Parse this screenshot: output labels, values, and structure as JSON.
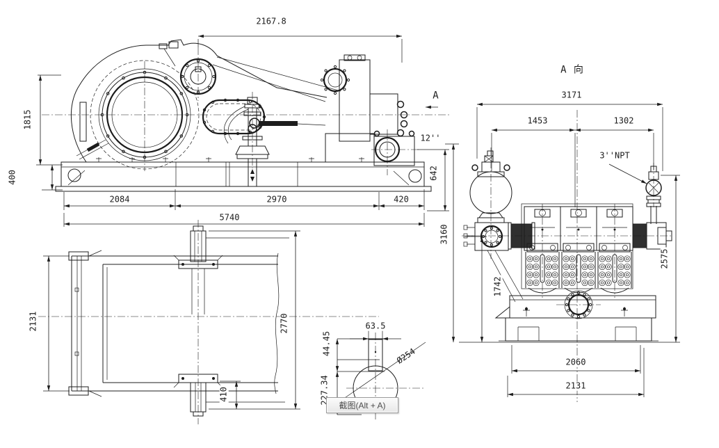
{
  "colors": {
    "line": "#1c1c1c",
    "background": "#ffffff",
    "tooltip_bg": "#efefef",
    "tooltip_border": "#9a9a9a",
    "tooltip_text": "#4c4c4c"
  },
  "side_view": {
    "dim_overall": "2167.8",
    "dim_height": "1815",
    "dim_base_height": "400",
    "dim_seg_left": "2084",
    "dim_seg_mid": "2970",
    "dim_seg_right": "420",
    "dim_total": "5740",
    "dim_discharge": "642",
    "discharge_size": "12''",
    "section_label": "A"
  },
  "front_view": {
    "title": "A 向",
    "dim_width": "3171",
    "dim_span_left": "1453",
    "dim_span_right": "1302",
    "npt_label": "3''NPT",
    "dim_height_total": "3160",
    "dim_height_crank": "1742",
    "dim_height_valve": "2575",
    "dim_base_inner": "2060",
    "dim_base_outer": "2131"
  },
  "top_view": {
    "dim_width": "2131",
    "dim_length": "2770",
    "dim_shaft": "410"
  },
  "detail_view": {
    "dim_width": "63.5",
    "dim_upper": "44.45",
    "dim_lower": "227.34",
    "dim_diameter": "Ø254"
  },
  "tooltip": {
    "label": "截图(Alt + A)"
  }
}
